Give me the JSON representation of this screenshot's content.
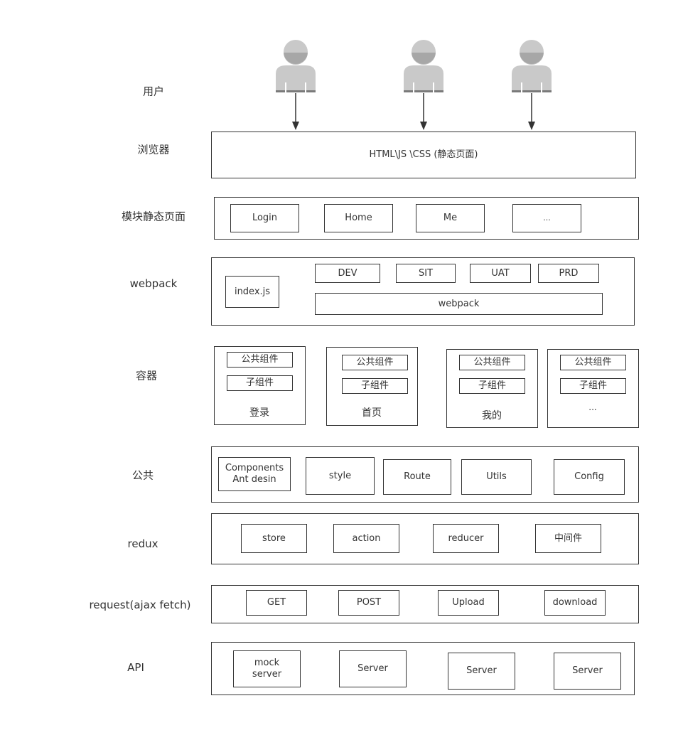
{
  "rows": {
    "users": "用户",
    "browser": "浏览器",
    "modules": "模块静态页面",
    "webpack": "webpack",
    "containers": "容器",
    "common": "公共",
    "redux": "redux",
    "request": "request(ajax fetch)",
    "api": "API"
  },
  "browser": {
    "content": "HTML\\JS \\CSS (静态页面)"
  },
  "modules": [
    "Login",
    "Home",
    "Me",
    "..."
  ],
  "webpack": {
    "entry": "index.js",
    "envs": [
      "DEV",
      "SIT",
      "UAT",
      "PRD"
    ],
    "bundler": "webpack"
  },
  "containers": [
    {
      "common": "公共组件",
      "child": "子组件",
      "caption": "登录"
    },
    {
      "common": "公共组件",
      "child": "子组件",
      "caption": "首页"
    },
    {
      "common": "公共组件",
      "child": "子组件",
      "caption": "我的"
    },
    {
      "common": "公共组件",
      "child": "子组件",
      "caption": "..."
    }
  ],
  "common": [
    "Components\nAnt desin",
    "style",
    "Route",
    "Utils",
    "Config"
  ],
  "redux": [
    "store",
    "action",
    "reducer",
    "中间件"
  ],
  "request": [
    "GET",
    "POST",
    "Upload",
    "download"
  ],
  "api": [
    "mock\nserver",
    "Server",
    "Server",
    "Server"
  ]
}
